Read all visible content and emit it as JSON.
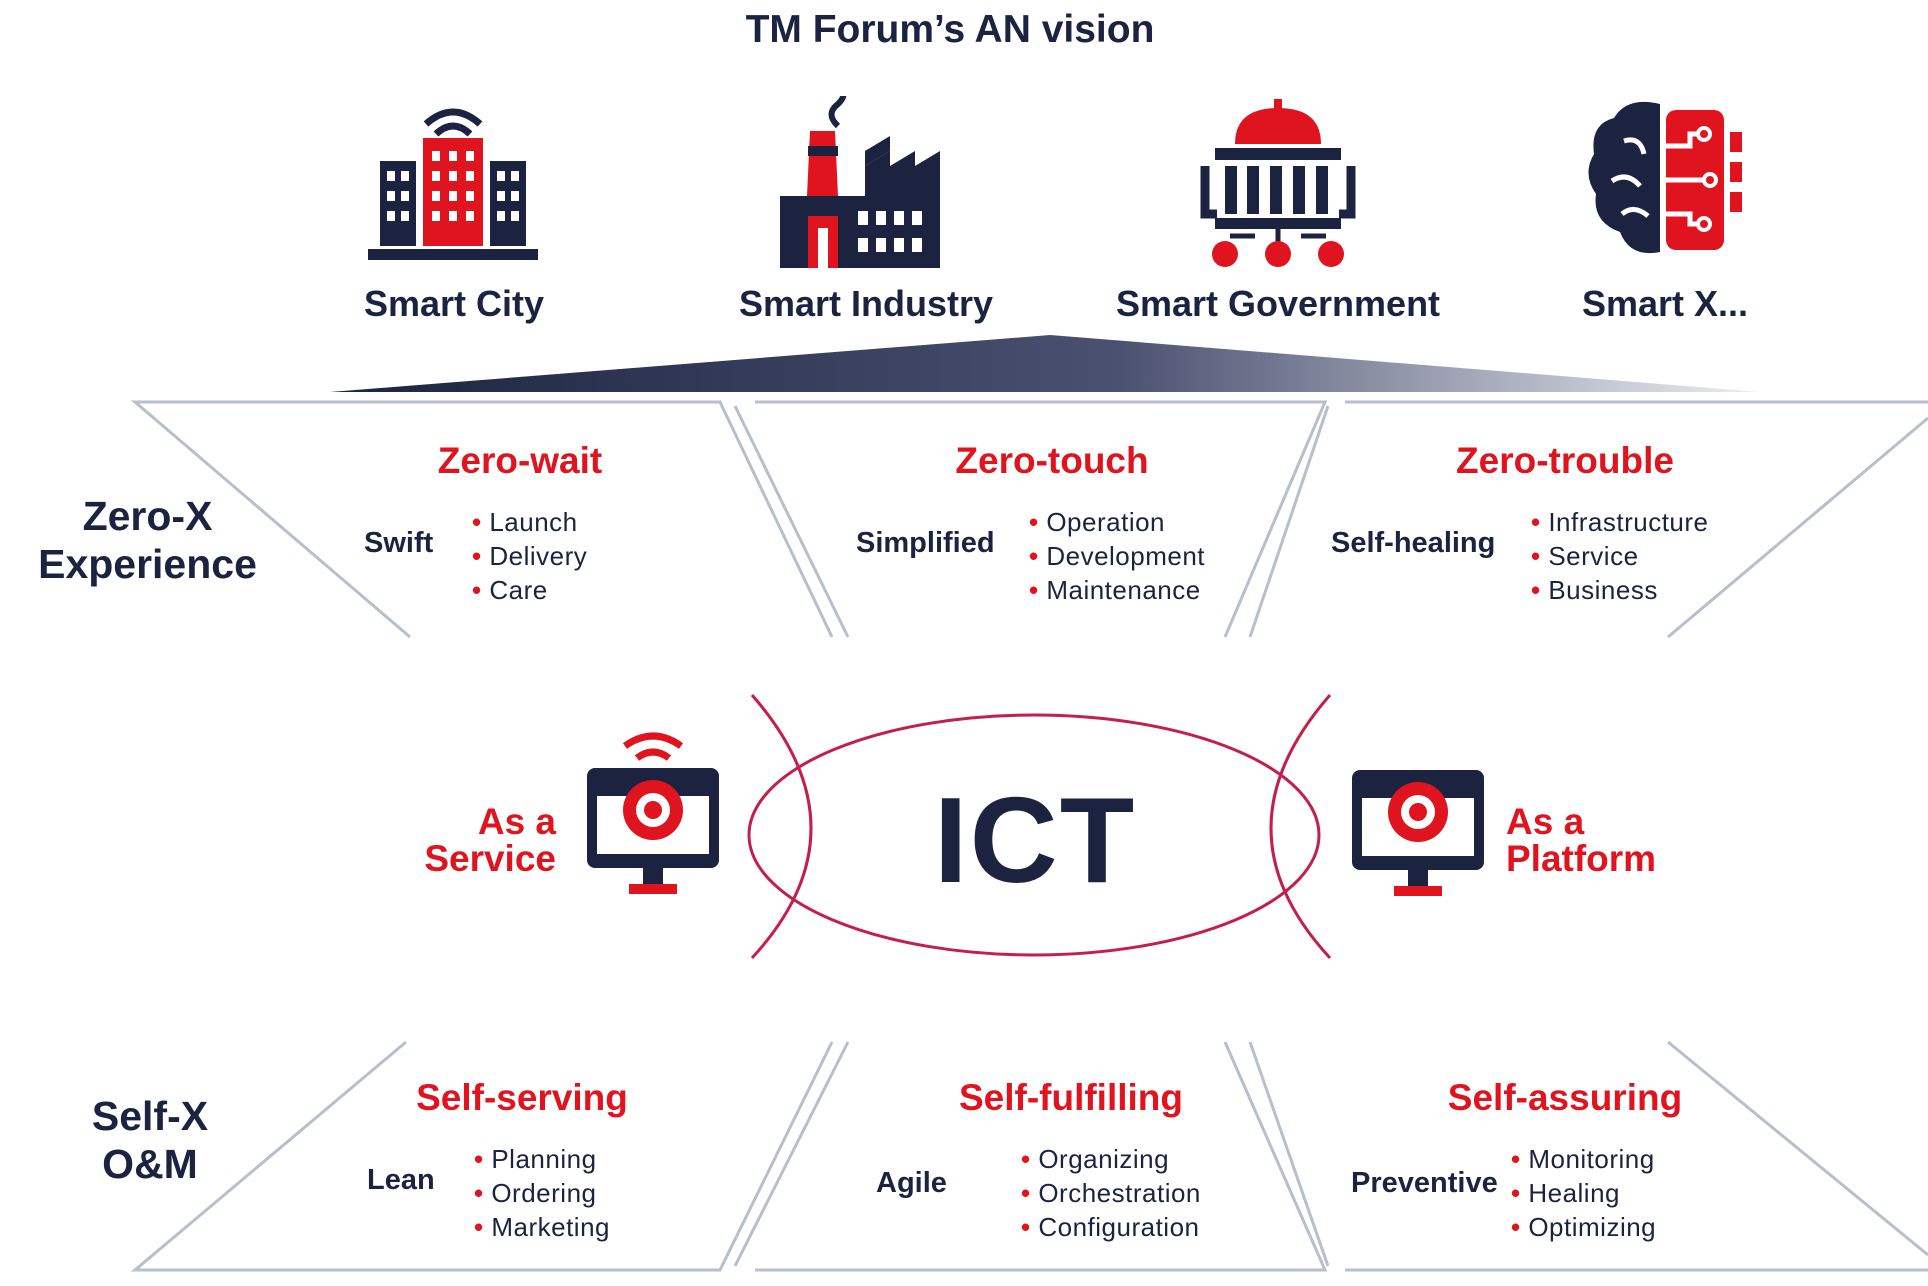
{
  "title": "TM Forum’s AN vision",
  "applications": [
    {
      "label": "Smart City",
      "icon": "smart-city-icon"
    },
    {
      "label": "Smart Industry",
      "icon": "smart-industry-icon"
    },
    {
      "label": "Smart Government",
      "icon": "smart-government-icon"
    },
    {
      "label": "Smart X...",
      "icon": "smart-x-icon"
    }
  ],
  "zero_x": {
    "label_line1": "Zero-X",
    "label_line2": "Experience",
    "sections": [
      {
        "title": "Zero-wait",
        "qualifier": "Swift",
        "items": [
          "Launch",
          "Delivery",
          "Care"
        ]
      },
      {
        "title": "Zero-touch",
        "qualifier": "Simplified",
        "items": [
          "Operation",
          "Development",
          "Maintenance"
        ]
      },
      {
        "title": "Zero-trouble",
        "qualifier": "Self-healing",
        "items": [
          "Infrastructure",
          "Service",
          "Business"
        ]
      }
    ]
  },
  "center": {
    "ict": "ICT",
    "left_mode_line1": "As a",
    "left_mode_line2": "Service",
    "right_mode_line1": "As a",
    "right_mode_line2": "Platform"
  },
  "self_x": {
    "label_line1": "Self-X",
    "label_line2": "O&M",
    "sections": [
      {
        "title": "Self-serving",
        "qualifier": "Lean",
        "items": [
          "Planning",
          "Ordering",
          "Marketing"
        ]
      },
      {
        "title": "Self-fulfilling",
        "qualifier": "Agile",
        "items": [
          "Organizing",
          "Orchestration",
          "Configuration"
        ]
      },
      {
        "title": "Self-assuring",
        "qualifier": "Preventive",
        "items": [
          "Monitoring",
          "Healing",
          "Optimizing"
        ]
      }
    ]
  },
  "colors": {
    "navy": "#1b2340",
    "red": "#e0141e",
    "outline": "#b8bfcc"
  }
}
